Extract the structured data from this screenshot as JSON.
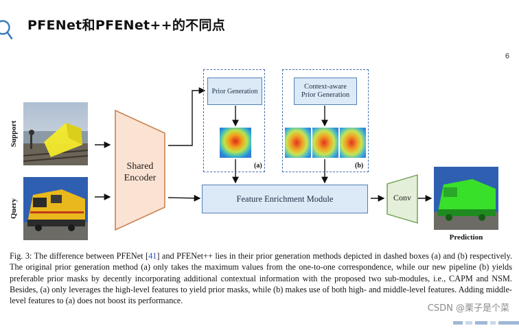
{
  "slide": {
    "title": "PFENet和PFENet++的不同点",
    "page_number": "6",
    "accent_color": "#3a7bbf"
  },
  "figure": {
    "support_label": "Support",
    "query_label": "Query",
    "encoder_label": "Shared\nEncoder",
    "prior_generation_label": "Prior Generation",
    "context_prior_label": "Context-aware\nPrior Generation",
    "tag_a": "(a)",
    "tag_b": "(b)",
    "fem_label": "Feature Enrichment Module",
    "conv_label": "Conv",
    "prediction_label": "Prediction",
    "colors": {
      "encoder_fill": "#fbe3d3",
      "encoder_stroke": "#c8814f",
      "conv_fill": "#e3efd9",
      "conv_stroke": "#6a9a4e",
      "box_fill": "#dce9f6",
      "box_stroke": "#4f7fb5"
    }
  },
  "caption": {
    "prefix": "Fig. 3: The difference between PFENet [",
    "ref": "41",
    "text": "] and PFENet++ lies in their prior generation methods depicted in dashed boxes (a) and (b) respectively. The original prior generation method (a) only takes the maximum values from the one-to-one correspondence, while our new pipeline (b) yields preferable prior masks by decently incorporating additional contextual information with the proposed two sub-modules, i.e., CAPM and NSM. Besides, (a) only leverages the high-level features to yield prior masks, while (b) makes use of both high- and middle-level features. Adding middle-level features to (a) does not boost its performance."
  },
  "watermark": "CSDN @栗子是个菜"
}
